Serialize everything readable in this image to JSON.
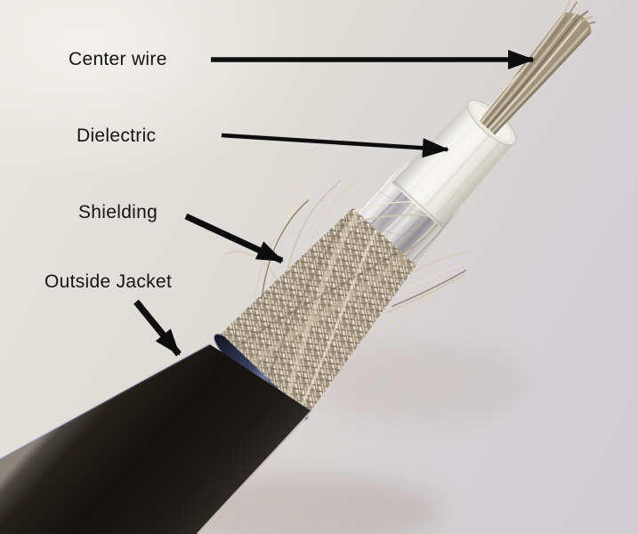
{
  "figure": {
    "kind": "labeled-photo",
    "subject": "Stripped coaxial cable end showing its layers"
  },
  "labels": [
    {
      "id": "center-wire",
      "text": "Center wire"
    },
    {
      "id": "dielectric",
      "text": "Dielectric"
    },
    {
      "id": "shielding",
      "text": "Shielding"
    },
    {
      "id": "outside-jacket",
      "text": "Outside Jacket"
    }
  ],
  "colors": {
    "label_text": "#141414",
    "arrow": "#0d0d0d",
    "background_light": "#e9e6e1",
    "background_shade": "#d0ccd2",
    "jacket_black": "#141110",
    "jacket_cut_ring_navy": "#2e3350",
    "braid_silver": "#e9ddc6",
    "braid_tan": "#9f9280",
    "foil_silver": "#d5d2cd",
    "dielectric_white": "#f3f2ea",
    "wire_tan": "#a3967f"
  }
}
